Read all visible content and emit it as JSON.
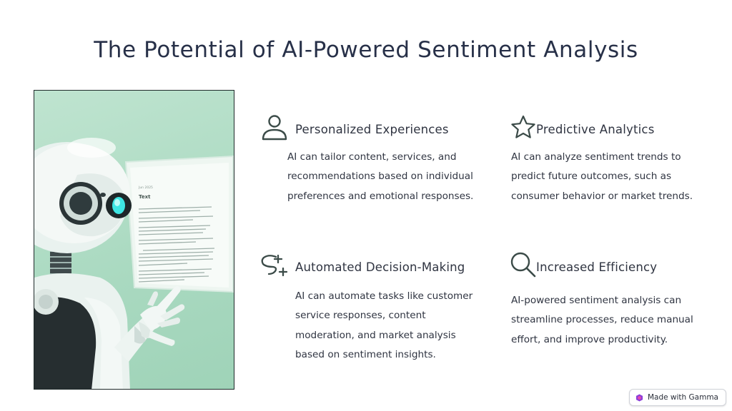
{
  "slide": {
    "title": "The Potential of AI-Powered Sentiment Analysis"
  },
  "hero_image": {
    "screen_heading": "Text",
    "screen_date": "Jun 2025"
  },
  "cards": [
    {
      "title": "Personalized Experiences",
      "icon": "person-icon",
      "lines": [
        "AI can tailor content, services, and",
        "recommendations based on individual",
        "preferences and emotional responses."
      ]
    },
    {
      "title": "Predictive Analytics",
      "icon": "star-icon",
      "lines": [
        "AI can analyze sentiment trends to",
        "predict future outcomes, such as",
        "consumer behavior or market trends."
      ]
    },
    {
      "title": "Automated Decision-Making",
      "icon": "decision-icon",
      "lines": [
        "AI can automate tasks like customer",
        "service responses, content",
        "moderation, and market analysis",
        "based on sentiment insights."
      ]
    },
    {
      "title": "Increased Efficiency",
      "icon": "search-icon",
      "lines": [
        "AI-powered sentiment analysis can",
        "streamline processes, reduce manual",
        "effort, and improve productivity."
      ]
    }
  ],
  "badge": {
    "label": "Made with Gamma"
  },
  "colors": {
    "title": "#273048",
    "text": "#2f3441",
    "icon_stroke": "#3b4b48",
    "hero_bg": "#a9d9c0"
  }
}
